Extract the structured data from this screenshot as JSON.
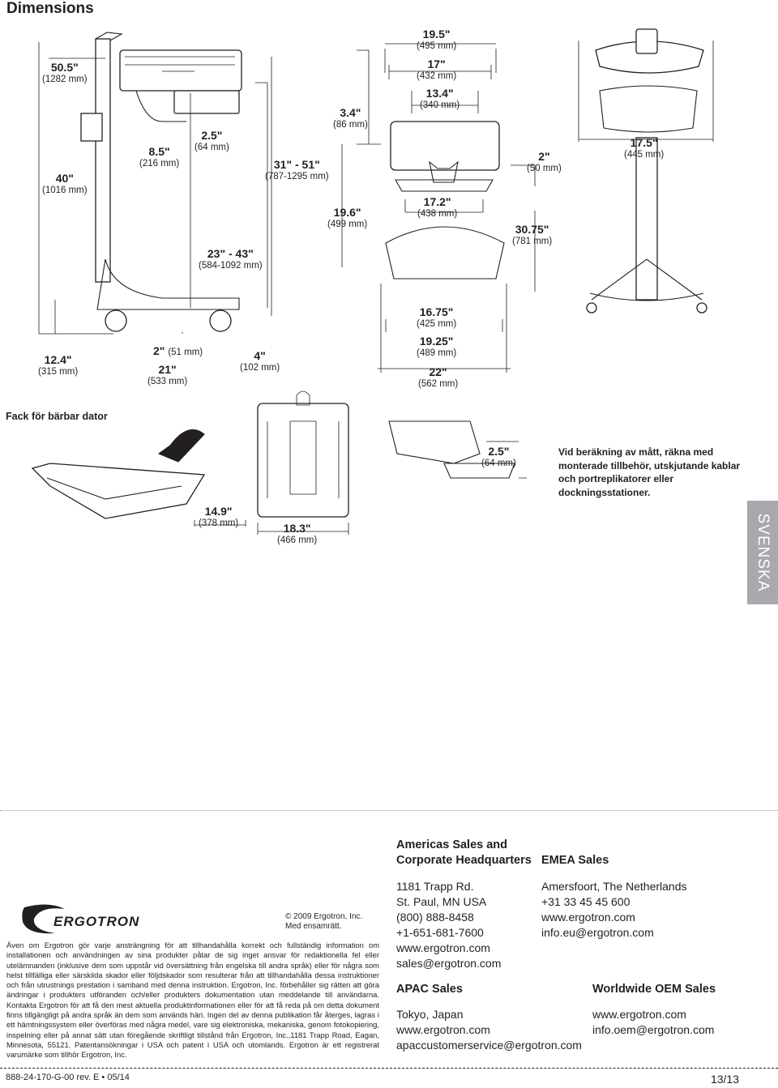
{
  "title": "Dimensions",
  "cart_dims": {
    "h_total": {
      "in": "50.5\"",
      "mm": "(1282 mm)"
    },
    "h_base": {
      "in": "40\"",
      "mm": "(1016 mm)"
    },
    "d1": {
      "in": "8.5\"",
      "mm": "(216 mm)"
    },
    "d2": {
      "in": "2.5\"",
      "mm": "(64 mm)"
    },
    "work_range": {
      "in": "31\" - 51\"",
      "mm": "(787-1295 mm)"
    },
    "kb_range": {
      "in": "23\" - 43\"",
      "mm": "(584-1092 mm)"
    },
    "d3": {
      "in": "3.4\"",
      "mm": "(86 mm)"
    },
    "d4": {
      "in": "19.6\"",
      "mm": "(499 mm)"
    },
    "w495": {
      "in": "19.5\"",
      "mm": "(495 mm)"
    },
    "w432": {
      "in": "17\"",
      "mm": "(432 mm)"
    },
    "w340": {
      "in": "13.4\"",
      "mm": "(340 mm)"
    },
    "w438": {
      "in": "17.2\"",
      "mm": "(438 mm)"
    },
    "d50": {
      "in": "2\"",
      "mm": "(50 mm)"
    },
    "d781": {
      "in": "30.75\"",
      "mm": "(781 mm)"
    },
    "w445": {
      "in": "17.5\"",
      "mm": "(445 mm)"
    },
    "b315": {
      "in": "12.4\"",
      "mm": "(315 mm)"
    },
    "b51": {
      "in": "2\"",
      "mm": "(51 mm)"
    },
    "b533": {
      "in": "21\"",
      "mm": "(533 mm)"
    },
    "b102": {
      "in": "4\"",
      "mm": "(102 mm)"
    },
    "b425": {
      "in": "16.75\"",
      "mm": "(425 mm)"
    },
    "b489": {
      "in": "19.25\"",
      "mm": "(489 mm)"
    },
    "b562": {
      "in": "22\"",
      "mm": "(562 mm)"
    }
  },
  "laptop_section": {
    "label": "Fack för bärbar dator",
    "d378": {
      "in": "14.9\"",
      "mm": "(378 mm)"
    },
    "d466": {
      "in": "18.3\"",
      "mm": "(466 mm)"
    },
    "d64": {
      "in": "2.5\"",
      "mm": "(64 mm)"
    },
    "note": "Vid beräkning av mått, räkna med monterade tillbehör, utskjutande kablar och portreplikatorer eller dockningsstationer."
  },
  "side_tab": "SVENSKA",
  "contacts": {
    "americas_heading": "Americas Sales and\nCorporate Headquarters",
    "americas_lines": "1181 Trapp Rd.\nSt. Paul, MN USA\n(800) 888-8458\n+1-651-681-7600\nwww.ergotron.com\nsales@ergotron.com",
    "emea_heading": "EMEA Sales",
    "emea_lines": "Amersfoort, The Netherlands\n+31 33 45 45 600\nwww.ergotron.com\ninfo.eu@ergotron.com",
    "apac_heading": "APAC Sales",
    "apac_lines": "Tokyo, Japan\nwww.ergotron.com\napaccustomerservice@ergotron.com",
    "oem_heading": "Worldwide OEM Sales",
    "oem_lines": "www.ergotron.com\ninfo.oem@ergotron.com"
  },
  "logo_text": "ERGOTRON",
  "copyright": "© 2009 Ergotron, Inc.\nMed ensamrätt.",
  "legal": "Även om Ergotron gör varje ansträngning för att tillhandahålla korrekt och fullständig information om installationen och användningen av sina produkter påtar de sig inget ansvar för redaktionella fel eller utelämnanden (inklusive dem som uppstår vid översättning från engelska till andra språk) eller för några som helst tillfälliga eller särskilda skador eller följdskador som resulterar från att tillhandahålla dessa instruktioner och från utrustnings prestation i samband med denna instruktion. Ergotron, Inc. förbehåller sig rätten att göra ändringar i produkters utföranden och/eller produkters dokumentation utan meddelande till användarna. Kontakta Ergotron för att få den mest aktuella produktinformationen eller för att få reda på om detta dokument finns tillgängligt på andra språk än dem som används häri. Ingen del av denna publikation får återges, lagras i ett hämtningssystem eller överföras med några medel, vare sig elektroniska, mekaniska, genom fotokopiering, inspelning eller på annat sätt utan föregående skriftligt tillstånd från Ergotron, Inc.,1181 Trapp Road, Eagan, Minnesota, 55121. Patentansökningar i USA och patent i USA och utomlands. Ergotron är ett registrerat varumärke som tillhör Ergotron, Inc.",
  "footer": {
    "doc_no": "888-24-170-G-00 rev. E • 05/14",
    "page": "13/13"
  }
}
